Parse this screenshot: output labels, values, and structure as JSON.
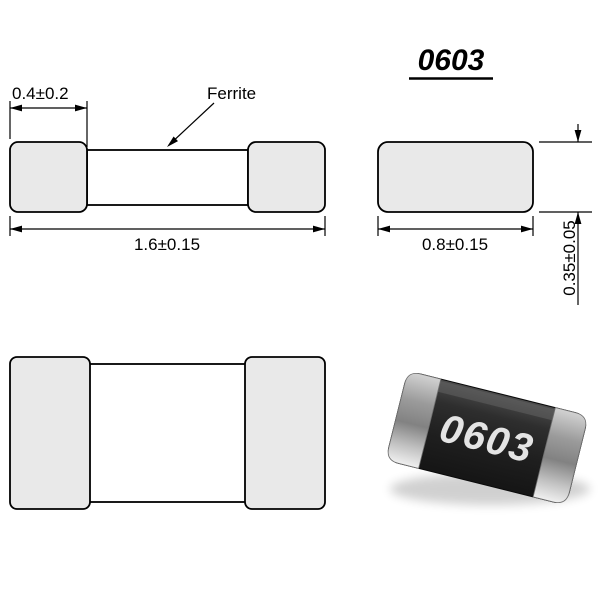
{
  "title": {
    "label": "0603"
  },
  "side_view": {
    "cap_width_dim": "0.4±0.2",
    "ferrite_label": "Ferrite",
    "length_dim": "1.6±0.15"
  },
  "end_view": {
    "width_dim": "0.8±0.15",
    "thickness_dim": "0.35±0.05"
  },
  "bottom_view": {},
  "photo": {
    "marking": "0603"
  },
  "colors": {
    "page_bg": "#ffffff",
    "outline": "#000000",
    "terminal_fill": "#e9e9e9",
    "body_fill": "#ffffff",
    "photo_body_dark": "#242424",
    "photo_cap_silver": "#b9b9b9",
    "photo_marking": "#e4e4e4"
  }
}
